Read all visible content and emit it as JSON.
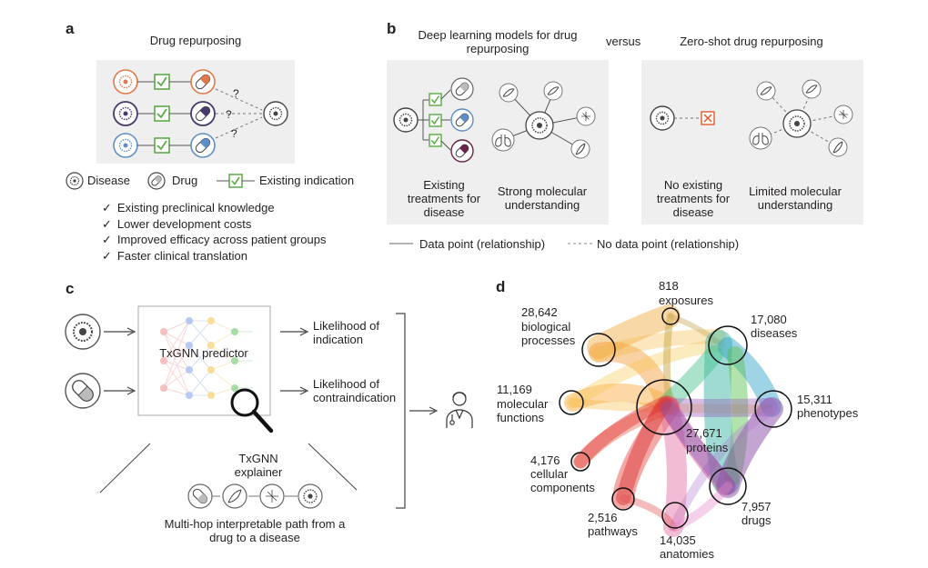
{
  "panel_a": {
    "letter": "a",
    "title": "Drug repurposing",
    "question_mark": "?",
    "legend": {
      "disease": "Disease",
      "drug": "Drug",
      "existing_indication": "Existing indication"
    },
    "benefits": [
      "Existing preclinical knowledge",
      "Lower development costs",
      "Improved efficacy across patient groups",
      "Faster clinical translation"
    ]
  },
  "panel_b": {
    "letter": "b",
    "left_title": "Deep learning models for drug repurposing",
    "versus": "versus",
    "right_title": "Zero-shot drug repurposing",
    "left_caption_1": "Existing treatments for disease",
    "left_caption_2": "Strong molecular understanding",
    "right_caption_1": "No existing treatments for disease",
    "right_caption_2": "Limited molecular understanding",
    "legend_solid": "Data point (relationship)",
    "legend_dashed": "No data point (relationship)"
  },
  "panel_c": {
    "letter": "c",
    "predictor": "TxGNN predictor",
    "out_indication": "Likelihood of indication",
    "out_contraindication": "Likelihood of contraindication",
    "explainer": "TxGNN explainer",
    "path_caption": "Multi-hop interpretable path from a drug to a disease"
  },
  "panel_d": {
    "letter": "d",
    "nodes": [
      {
        "count": "818",
        "label": "exposures"
      },
      {
        "count": "17,080",
        "label": "diseases"
      },
      {
        "count": "28,642",
        "label": "biological processes"
      },
      {
        "count": "11,169",
        "label": "molecular functions"
      },
      {
        "count": "15,311",
        "label": "phenotypes"
      },
      {
        "count": "27,671",
        "label": "proteins"
      },
      {
        "count": "4,176",
        "label": "cellular components"
      },
      {
        "count": "7,957",
        "label": "drugs"
      },
      {
        "count": "2,516",
        "label": "pathways"
      },
      {
        "count": "14,035",
        "label": "anatomies"
      }
    ]
  },
  "colors": {
    "orange": "#e07a4c",
    "green": "#5aaa46",
    "blue": "#5e8fc8",
    "purple": "#4a3a6b",
    "maroon": "#6b2346",
    "gray_box": "#efefef",
    "cross": "#e05a2a"
  }
}
